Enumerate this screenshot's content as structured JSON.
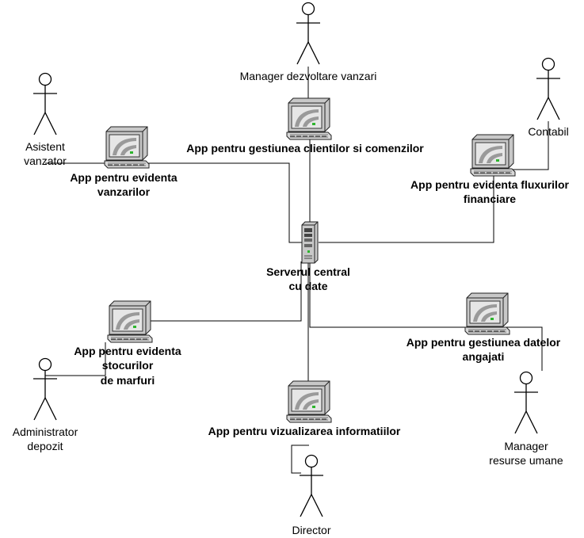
{
  "actors": {
    "manager_vanzari": [
      "Manager dezvoltare vanzari"
    ],
    "asistent": [
      "Asistent",
      "vanzator"
    ],
    "contabil": [
      "Contabil"
    ],
    "administrator": [
      "Administrator",
      "depozit"
    ],
    "manager_ru": [
      "Manager",
      "resurse umane"
    ],
    "director": [
      "Director"
    ]
  },
  "apps": {
    "clienti": [
      "App pentru gestiunea clientilor si comenzilor"
    ],
    "vanzari": [
      "App pentru evidenta",
      "vanzarilor"
    ],
    "financiare": [
      "App pentru evidenta fluxurilor",
      "financiare"
    ],
    "stocuri": [
      "App pentru evidenta",
      "stocurilor",
      "de marfuri"
    ],
    "angajati": [
      "App pentru gestiunea datelor",
      "angajati"
    ],
    "vizualizare": [
      "App pentru vizualizarea informatiilor"
    ]
  },
  "server": [
    "Serverul central",
    "cu date"
  ],
  "icons": {
    "actor": "stick-figure-icon",
    "workstation": "computer-workstation-icon",
    "server": "server-tower-icon"
  }
}
